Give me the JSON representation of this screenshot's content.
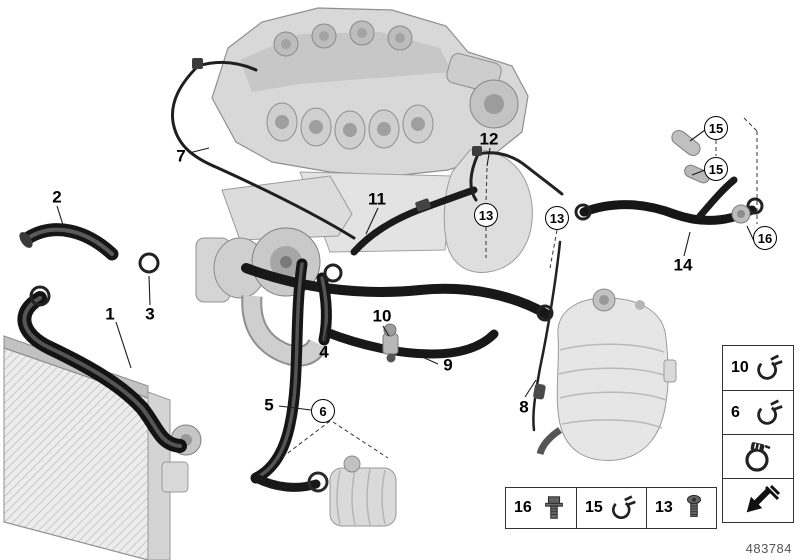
{
  "page": {
    "diagram_number": "483784"
  },
  "callouts": [
    {
      "label": "2"
    },
    {
      "label": "1"
    },
    {
      "label": "3"
    },
    {
      "label": "7"
    },
    {
      "label": "11"
    },
    {
      "label": "12"
    },
    {
      "label": "13"
    },
    {
      "label": "13"
    },
    {
      "label": "15"
    },
    {
      "label": "15"
    },
    {
      "label": "16"
    },
    {
      "label": "14"
    },
    {
      "label": "4"
    },
    {
      "label": "10"
    },
    {
      "label": "9"
    },
    {
      "label": "5"
    },
    {
      "label": "6"
    },
    {
      "label": "8"
    }
  ],
  "legend": {
    "side": [
      {
        "label": "10",
        "icon": "spring-clamp"
      },
      {
        "label": "6",
        "icon": "spring-clamp"
      },
      {
        "label": "",
        "icon": "worm-drive-clamp"
      },
      {
        "label": "",
        "icon": "continuation-arrow"
      }
    ],
    "bottom": [
      {
        "label": "16",
        "icon": "hex-flange-bolt"
      },
      {
        "label": "15",
        "icon": "spring-clamp"
      },
      {
        "label": "13",
        "icon": "torx-screw"
      }
    ]
  }
}
